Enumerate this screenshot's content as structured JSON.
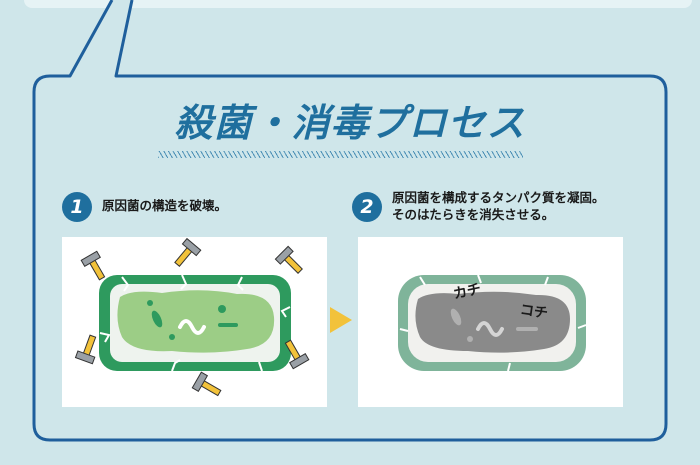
{
  "title": "殺菌・消毒プロセス",
  "steps": [
    {
      "number": "1",
      "text": "原因菌の構造を破壊。"
    },
    {
      "number": "2",
      "text_line1": "原因菌を構成するタンパク質を凝固。",
      "text_line2": "そのはたらきを消失させる。"
    }
  ],
  "panel2_labels": {
    "left": "カチ",
    "right": "コチ"
  },
  "colors": {
    "background": "#cfe6ea",
    "accent_blue": "#1f6f9e",
    "bacteria_green": "#2e9a5e",
    "coagulated_gray": "#8a8a8a",
    "arrow_yellow": "#f2c23a"
  }
}
